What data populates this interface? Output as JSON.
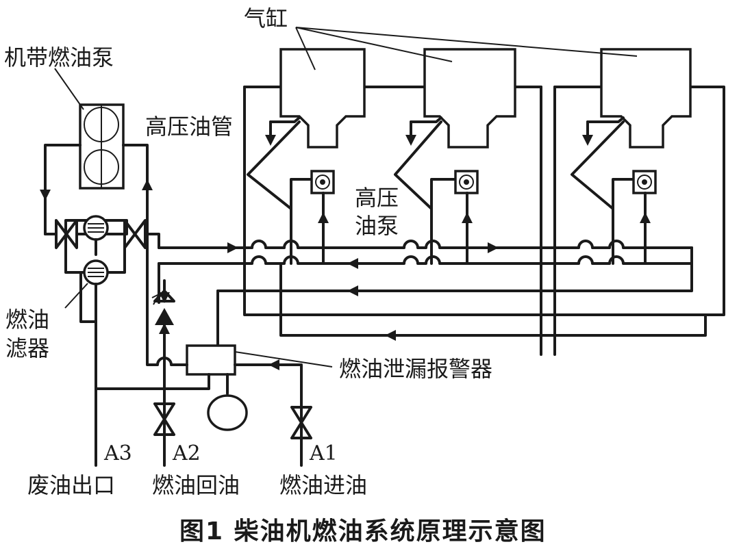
{
  "labels": {
    "cylinder": "气缸",
    "engine_pump": "机带燃油泵",
    "hp_pipe": "高压油管",
    "hp_pump_line1": "高压",
    "hp_pump_line2": "油泵",
    "filter_line1": "燃油",
    "filter_line2": "滤器",
    "leak_alarm": "燃油泄漏报警器",
    "port_a3_code": "A3",
    "port_a2_code": "A2",
    "port_a1_code": "A1",
    "port_a3_name": "废油出口",
    "port_a2_name": "燃油回油",
    "port_a1_name": "燃油进油"
  },
  "caption": "图1   柴油机燃油系统原理示意图"
}
